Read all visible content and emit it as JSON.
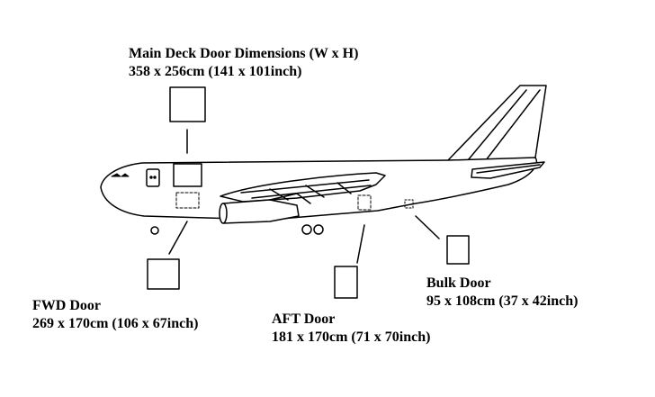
{
  "doors": {
    "main_deck": {
      "title": "Main Deck Door Dimensions (W x H)",
      "dims": "358 x 256cm (141 x 101inch)"
    },
    "fwd": {
      "title": "FWD Door",
      "dims": "269 x 170cm (106 x 67inch)"
    },
    "aft": {
      "title": "AFT Door",
      "dims": "181 x 170cm (71 x 70inch)"
    },
    "bulk": {
      "title": "Bulk Door",
      "dims": "95 x 108cm (37 x 42inch)"
    }
  },
  "colors": {
    "line": "#000000",
    "background": "#ffffff"
  }
}
